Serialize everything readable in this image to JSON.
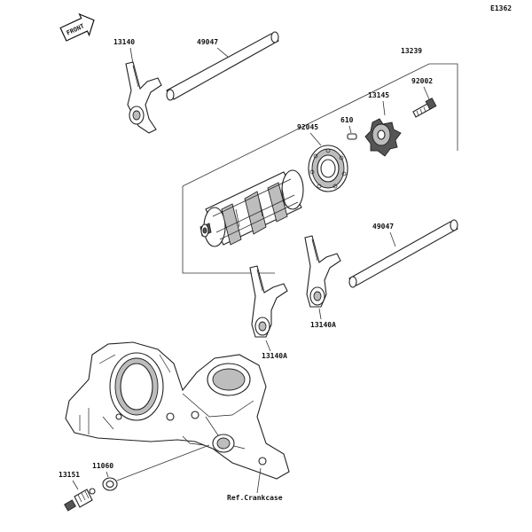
{
  "diagram_code": "E1362",
  "front_badge": "FRONT",
  "parts": {
    "fork_top": "13140",
    "shaft_top": "49047",
    "drum_assembly": "13239",
    "plate": "13145",
    "bolt": "92002",
    "bearing": "92045",
    "pin": "610",
    "shaft_right": "49047",
    "fork_right": "13140A",
    "fork_left": "13140A",
    "gasket": "11060",
    "switch": "13151"
  },
  "reference": "Ref.Crankcase"
}
